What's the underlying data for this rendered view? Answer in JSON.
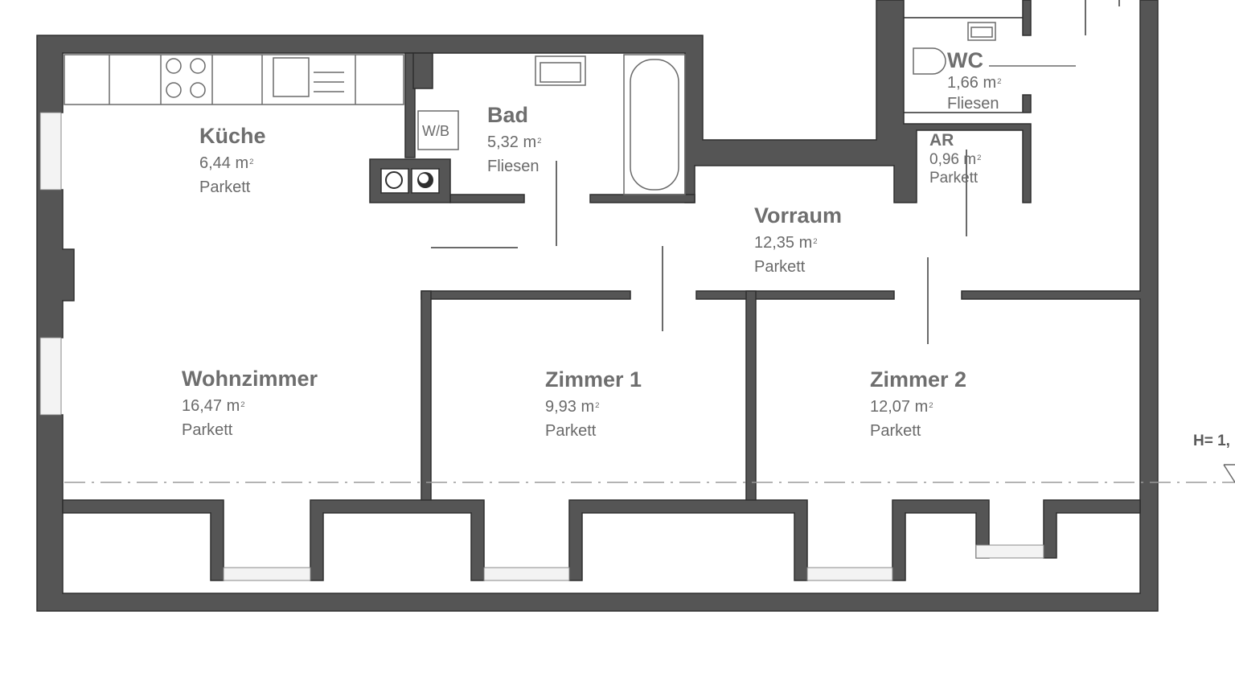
{
  "rooms": [
    {
      "id": "kueche",
      "name": "Küche",
      "area": "6,44 m",
      "floor": "Parkett"
    },
    {
      "id": "bad",
      "name": "Bad",
      "area": "5,32 m",
      "floor": "Fliesen"
    },
    {
      "id": "wc",
      "name": "WC",
      "area": "1,66 m",
      "floor": "Fliesen"
    },
    {
      "id": "ar",
      "name": "AR",
      "area": "0,96 m",
      "floor": "Parkett"
    },
    {
      "id": "vorraum",
      "name": "Vorraum",
      "area": "12,35 m",
      "floor": "Parkett"
    },
    {
      "id": "wohnzimmer",
      "name": "Wohnzimmer",
      "area": "16,47 m",
      "floor": "Parkett"
    },
    {
      "id": "zimmer1",
      "name": "Zimmer 1",
      "area": "9,93 m",
      "floor": "Parkett"
    },
    {
      "id": "zimmer2",
      "name": "Zimmer 2",
      "area": "12,07 m",
      "floor": "Parkett"
    }
  ],
  "area_unit_superscript": "2",
  "fixtures": {
    "washer_label": "W/B"
  },
  "height_marker": "H= 1,",
  "colors": {
    "wall": "#555555",
    "wall_outline": "#2e2e2e",
    "fixture_line": "#6a6a6a",
    "text": "#6a6a6a"
  }
}
